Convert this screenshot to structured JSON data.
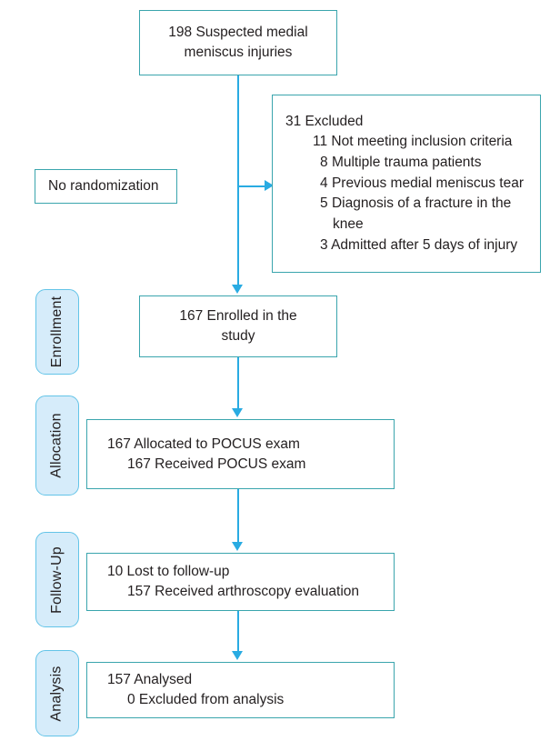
{
  "diagram": {
    "type": "consort-flow-diagram",
    "colors": {
      "box_border": "#3aa5ad",
      "arrow": "#29abe2",
      "pill_fill": "#d6ecfa",
      "pill_border": "#63c4e8",
      "text": "#231f20",
      "background": "#ffffff"
    },
    "stages": [
      {
        "id": "enrollment",
        "label": "Enrollment"
      },
      {
        "id": "allocation",
        "label": "Allocation"
      },
      {
        "id": "followup",
        "label": "Follow-Up"
      },
      {
        "id": "analysis",
        "label": "Analysis"
      }
    ],
    "nodes": {
      "suspected": {
        "lines": [
          "198 Suspected medial",
          "meniscus injuries"
        ]
      },
      "excluded": {
        "heading": "31 Excluded",
        "reasons": [
          {
            "count": "11",
            "text": "Not meeting inclusion criteria"
          },
          {
            "count": "8",
            "text": "Multiple trauma patients"
          },
          {
            "count": "4",
            "text": "Previous medial meniscus tear"
          },
          {
            "count": "5",
            "text": "Diagnosis of a fracture in the",
            "wrap": "knee"
          },
          {
            "count": "3",
            "text": "Admitted after 5 days of injury"
          }
        ]
      },
      "no_randomization": {
        "label": "No randomization"
      },
      "enrolled": {
        "lines": [
          "167 Enrolled in the",
          "study"
        ]
      },
      "allocation": {
        "lines": [
          "167 Allocated to POCUS exam",
          "167 Received POCUS exam"
        ]
      },
      "followup": {
        "lines": [
          "10 Lost to follow-up",
          "157 Received arthroscopy evaluation"
        ]
      },
      "analysis": {
        "lines": [
          "157 Analysed",
          "0 Excluded from analysis"
        ]
      }
    },
    "flow_counts": {
      "assessed": 198,
      "excluded_total": 31,
      "enrolled": 167,
      "allocated": 167,
      "received_intervention": 167,
      "lost_to_followup": 10,
      "received_arthroscopy": 157,
      "analysed": 157,
      "excluded_from_analysis": 0
    }
  }
}
